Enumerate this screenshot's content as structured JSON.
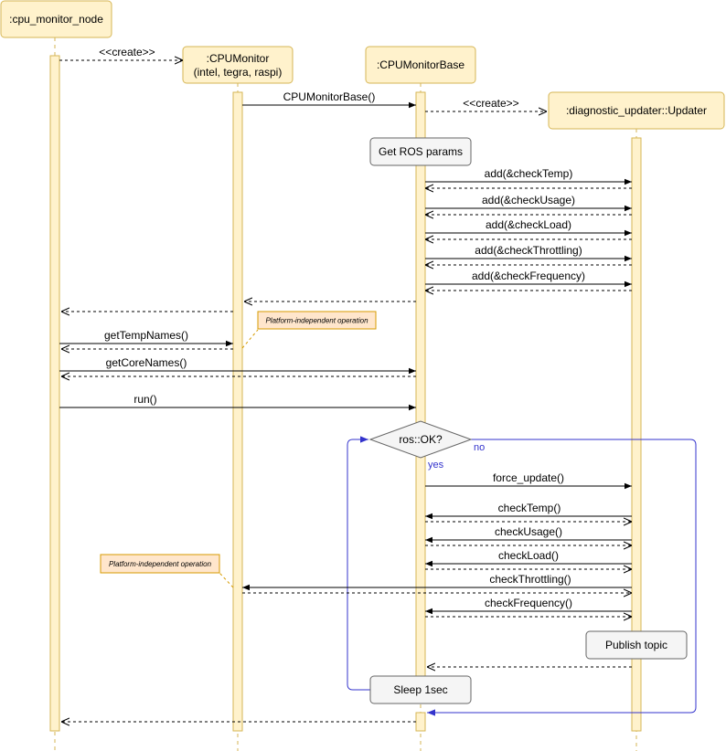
{
  "participants": {
    "node": ":cpu_monitor_node",
    "monitor_line1": ":CPUMonitor",
    "monitor_line2": "(intel, tegra, raspi)",
    "base": ":CPUMonitorBase",
    "updater": ":diagnostic_updater::Updater"
  },
  "messages": {
    "create_monitor": "<<create>>",
    "ctor_base": "CPUMonitorBase()",
    "create_updater": "<<create>>",
    "get_params": "Get ROS params",
    "add_temp": "add(&checkTemp)",
    "add_usage": "add(&checkUsage)",
    "add_load": "add(&checkLoad)",
    "add_throttling": "add(&checkThrottling)",
    "add_frequency": "add(&checkFrequency)",
    "get_temp_names": "getTempNames()",
    "get_core_names": "getCoreNames()",
    "run": "run()",
    "force_update": "force_update()",
    "check_temp": "checkTemp()",
    "check_usage": "checkUsage()",
    "check_load": "checkLoad()",
    "check_throttling": "checkThrottling()",
    "check_frequency": "checkFrequency()",
    "publish": "Publish topic",
    "sleep": "Sleep 1sec"
  },
  "notes": {
    "note_top": "Platform-independent operation",
    "note_bottom": "Platform-independent operation"
  },
  "loop": {
    "condition": "ros::OK?",
    "yes": "yes",
    "no": "no"
  },
  "colors": {
    "participant_fill": "#fff2cc",
    "participant_stroke": "#d6b656",
    "note_fill": "#ffe6cc",
    "note_stroke": "#d79b00",
    "process_fill": "#f5f5f5",
    "process_stroke": "#666666",
    "loop_line": "#3333cc"
  }
}
